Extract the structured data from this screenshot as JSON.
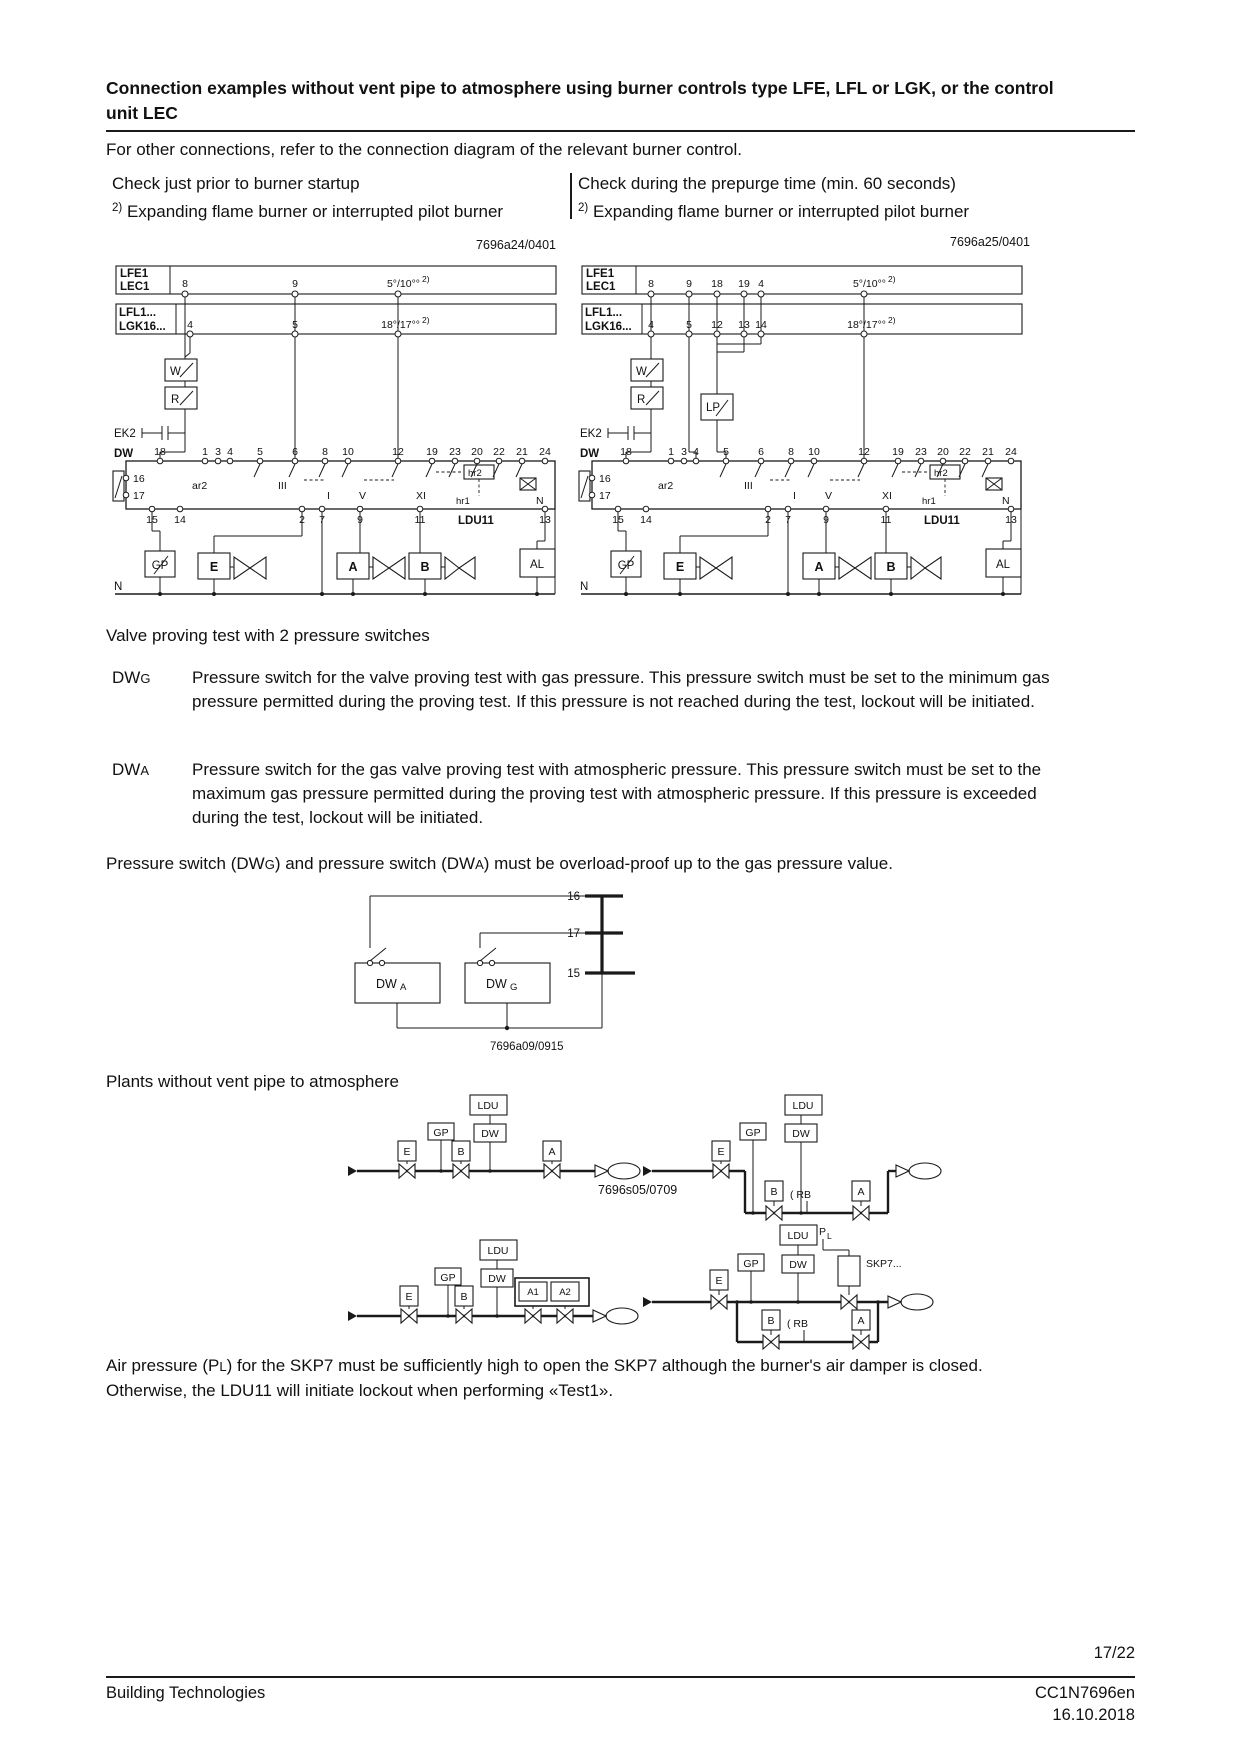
{
  "header": {
    "title": "Connection examples without vent pipe to atmosphere using burner controls type LFE, LFL or LGK, or the control unit LEC",
    "intro": "For other connections, refer to the connection diagram of the relevant burner control."
  },
  "checks": {
    "left_title": "Check just prior to burner startup",
    "right_title": "Check during the prepurge time (min. 60 seconds)",
    "sup": "2)",
    "subtitle": "Expanding flame burner or interrupted pilot burner"
  },
  "diagA": {
    "ref": "7696a24/0401",
    "c1a": "LFE1",
    "c1b": "LEC1",
    "c1t": [
      "8",
      "9"
    ],
    "c1time": "5°/10°°",
    "c1sup": "2)",
    "c2a": "LFL1...",
    "c2b": "LGK16...",
    "c2t": [
      "4",
      "5"
    ],
    "c2time": "18°/17°°",
    "c2sup": "2)",
    "w": "W",
    "r": "R",
    "ek2": "EK2",
    "dw": "DW",
    "t16": "16",
    "t17": "17",
    "t15": "15",
    "t14": "14",
    "top": [
      "18",
      "1",
      "3",
      "4",
      "5",
      "6",
      "8",
      "10",
      "12",
      "19",
      "23",
      "20",
      "22",
      "21",
      "24"
    ],
    "bottom": [
      "2",
      "7",
      "9",
      "11",
      "13"
    ],
    "ar2": "ar2",
    "iii": "III",
    "i": "I",
    "v": "V",
    "xi": "XI",
    "hr2": "hr2",
    "hr1": "hr1",
    "nInner": "N",
    "ldu": "LDU11",
    "gp": "GP",
    "e": "E",
    "a": "A",
    "b": "B",
    "al": "AL",
    "n": "N"
  },
  "diagB": {
    "ref": "7696a25/0401",
    "c1a": "LFE1",
    "c1b": "LEC1",
    "c1t": [
      "8",
      "9",
      "18",
      "19",
      "4"
    ],
    "c1time": "5°/10°°",
    "c1sup": "2)",
    "c2a": "LFL1...",
    "c2b": "LGK16...",
    "c2t": [
      "4",
      "5",
      "12",
      "13",
      "14"
    ],
    "c2time": "18°/17°°",
    "c2sup": "2)",
    "w": "W",
    "r": "R",
    "lp": "LP",
    "ek2": "EK2",
    "dw": "DW",
    "t16": "16",
    "t17": "17",
    "t15": "15",
    "t14": "14",
    "top": [
      "18",
      "1",
      "3",
      "4",
      "5",
      "6",
      "8",
      "10",
      "12",
      "19",
      "23",
      "20",
      "22",
      "21",
      "24"
    ],
    "bottom": [
      "2",
      "7",
      "9",
      "11",
      "13"
    ],
    "ar2": "ar2",
    "iii": "III",
    "i": "I",
    "v": "V",
    "xi": "XI",
    "hr2": "hr2",
    "hr1": "hr1",
    "nInner": "N",
    "ldu": "LDU11",
    "gp": "GP",
    "e": "E",
    "a": "A",
    "b": "B",
    "al": "AL",
    "n": "N"
  },
  "valve_test": {
    "heading": "Valve proving test with 2 pressure switches",
    "dwg_term": "DW",
    "dwg_sub": "G",
    "dwg_def": "Pressure switch for the valve proving test with gas pressure. This pressure switch must be set to the minimum gas pressure permitted during the proving test. If this pressure is not reached during the test, lockout will be initiated.",
    "dwa_term": "DW",
    "dwa_sub": "A",
    "dwa_def": "Pressure switch for the gas valve proving test with atmospheric pressure. This pressure switch must be set to the maximum gas pressure permitted during the proving test with atmospheric pressure. If this pressure is exceeded during the test, lockout will be initiated.",
    "note_p1": "Pressure switch (DW",
    "note_s1": "G",
    "note_p2": ") and pressure switch (DW",
    "note_s2": "A",
    "note_p3": ") must be overload-proof up to the gas pressure value."
  },
  "sd": {
    "ref": "7696a09/0915",
    "t16": "16",
    "t17": "17",
    "t15": "15",
    "dwa": "DW",
    "dwa_sub": "A",
    "dwg": "DW",
    "dwg_sub": "G"
  },
  "plants": {
    "heading": "Plants without vent pipe to atmosphere",
    "ref": "7696s05/0709",
    "m1": {
      "ldu": "LDU",
      "dw": "DW",
      "gp": "GP",
      "e": "E",
      "b": "B",
      "a": "A"
    },
    "m2": {
      "ldu": "LDU",
      "dw": "DW",
      "gp": "GP",
      "e": "E",
      "b": "B",
      "a": "A",
      "rb": "( RB"
    },
    "m3": {
      "ldu": "LDU",
      "dw": "DW",
      "gp": "GP",
      "e": "E",
      "b": "B",
      "a1": "A1",
      "a2": "A2"
    },
    "m4": {
      "ldu": "LDU",
      "dw": "DW",
      "gp": "GP",
      "e": "E",
      "b": "B",
      "a": "A",
      "rb": "( RB",
      "p": "P",
      "p_sub": "L",
      "skp": "SKP7..."
    }
  },
  "air_note": {
    "p1": "Air pressure (P",
    "sub": "L",
    "p2": ") for the SKP7 must be sufficiently high to open the SKP7 although the burner's air damper is closed.",
    "p3": "Otherwise, the LDU11 will initiate lockout when performing «Test1»."
  },
  "footer": {
    "page": "17/22",
    "org": "Building Technologies",
    "doc": "CC1N7696en",
    "date": "16.10.2018"
  }
}
